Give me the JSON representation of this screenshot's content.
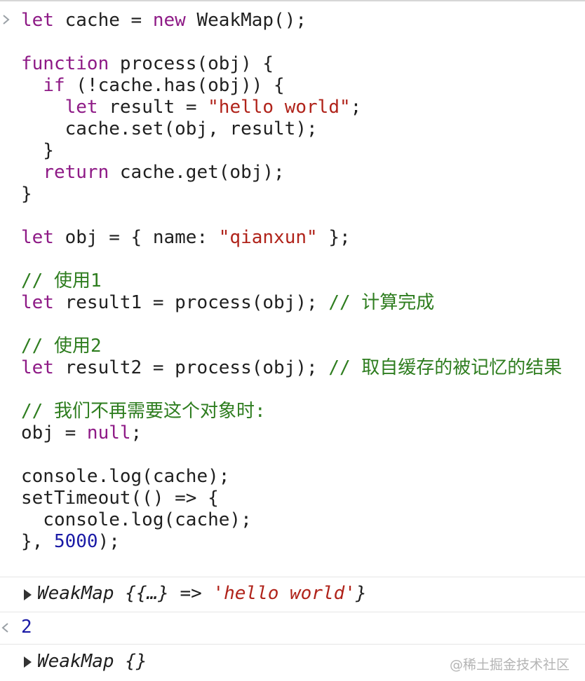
{
  "console": {
    "input": {
      "lines": [
        [
          {
            "t": "let",
            "c": "kw"
          },
          {
            "t": " cache = "
          },
          {
            "t": "new",
            "c": "kw"
          },
          {
            "t": " WeakMap();"
          }
        ],
        [],
        [
          {
            "t": "function",
            "c": "kw"
          },
          {
            "t": " process(obj) {"
          }
        ],
        [
          {
            "t": "  "
          },
          {
            "t": "if",
            "c": "kw"
          },
          {
            "t": " (!cache.has(obj)) {"
          }
        ],
        [
          {
            "t": "    "
          },
          {
            "t": "let",
            "c": "kw"
          },
          {
            "t": " result = "
          },
          {
            "t": "\"hello world\"",
            "c": "str"
          },
          {
            "t": ";"
          }
        ],
        [
          {
            "t": "    cache.set(obj, result);"
          }
        ],
        [
          {
            "t": "  }"
          }
        ],
        [
          {
            "t": "  "
          },
          {
            "t": "return",
            "c": "kw"
          },
          {
            "t": " cache.get(obj);"
          }
        ],
        [
          {
            "t": "}"
          }
        ],
        [],
        [
          {
            "t": "let",
            "c": "kw"
          },
          {
            "t": " obj = { name: "
          },
          {
            "t": "\"qianxun\"",
            "c": "str"
          },
          {
            "t": " };"
          }
        ],
        [],
        [
          {
            "t": "// 使用1",
            "c": "com"
          }
        ],
        [
          {
            "t": "let",
            "c": "kw"
          },
          {
            "t": " result1 = process(obj); "
          },
          {
            "t": "// 计算完成",
            "c": "com"
          }
        ],
        [],
        [
          {
            "t": "// 使用2",
            "c": "com"
          }
        ],
        [
          {
            "t": "let",
            "c": "kw"
          },
          {
            "t": " result2 = process(obj); "
          },
          {
            "t": "// 取自缓存的被记忆的结果",
            "c": "com"
          }
        ],
        [],
        [
          {
            "t": "// 我们不再需要这个对象时:",
            "c": "com"
          }
        ],
        [
          {
            "t": "obj = "
          },
          {
            "t": "null",
            "c": "kw"
          },
          {
            "t": ";"
          }
        ],
        [],
        [
          {
            "t": "console.log(cache);"
          }
        ],
        [
          {
            "t": "setTimeout(() => {"
          }
        ],
        [
          {
            "t": "  console.log(cache);"
          }
        ],
        [
          {
            "t": "}, "
          },
          {
            "t": "5000",
            "c": "num"
          },
          {
            "t": ");"
          }
        ]
      ]
    },
    "outputs": {
      "first_log": {
        "prefix": "WeakMap {{…} => ",
        "value": "'hello world'",
        "suffix": "}"
      },
      "return_value": "2",
      "second_log": "WeakMap {}"
    },
    "watermark": "@稀土掘金技术社区",
    "icons": {
      "prompt": "chevron-right-icon",
      "return": "return-arrow-icon",
      "expand": "expand-triangle-icon"
    },
    "colors": {
      "keyword": "#8e1a86",
      "string": "#b0231a",
      "comment": "#2e7d1f",
      "number": "#1a1aa6"
    }
  }
}
